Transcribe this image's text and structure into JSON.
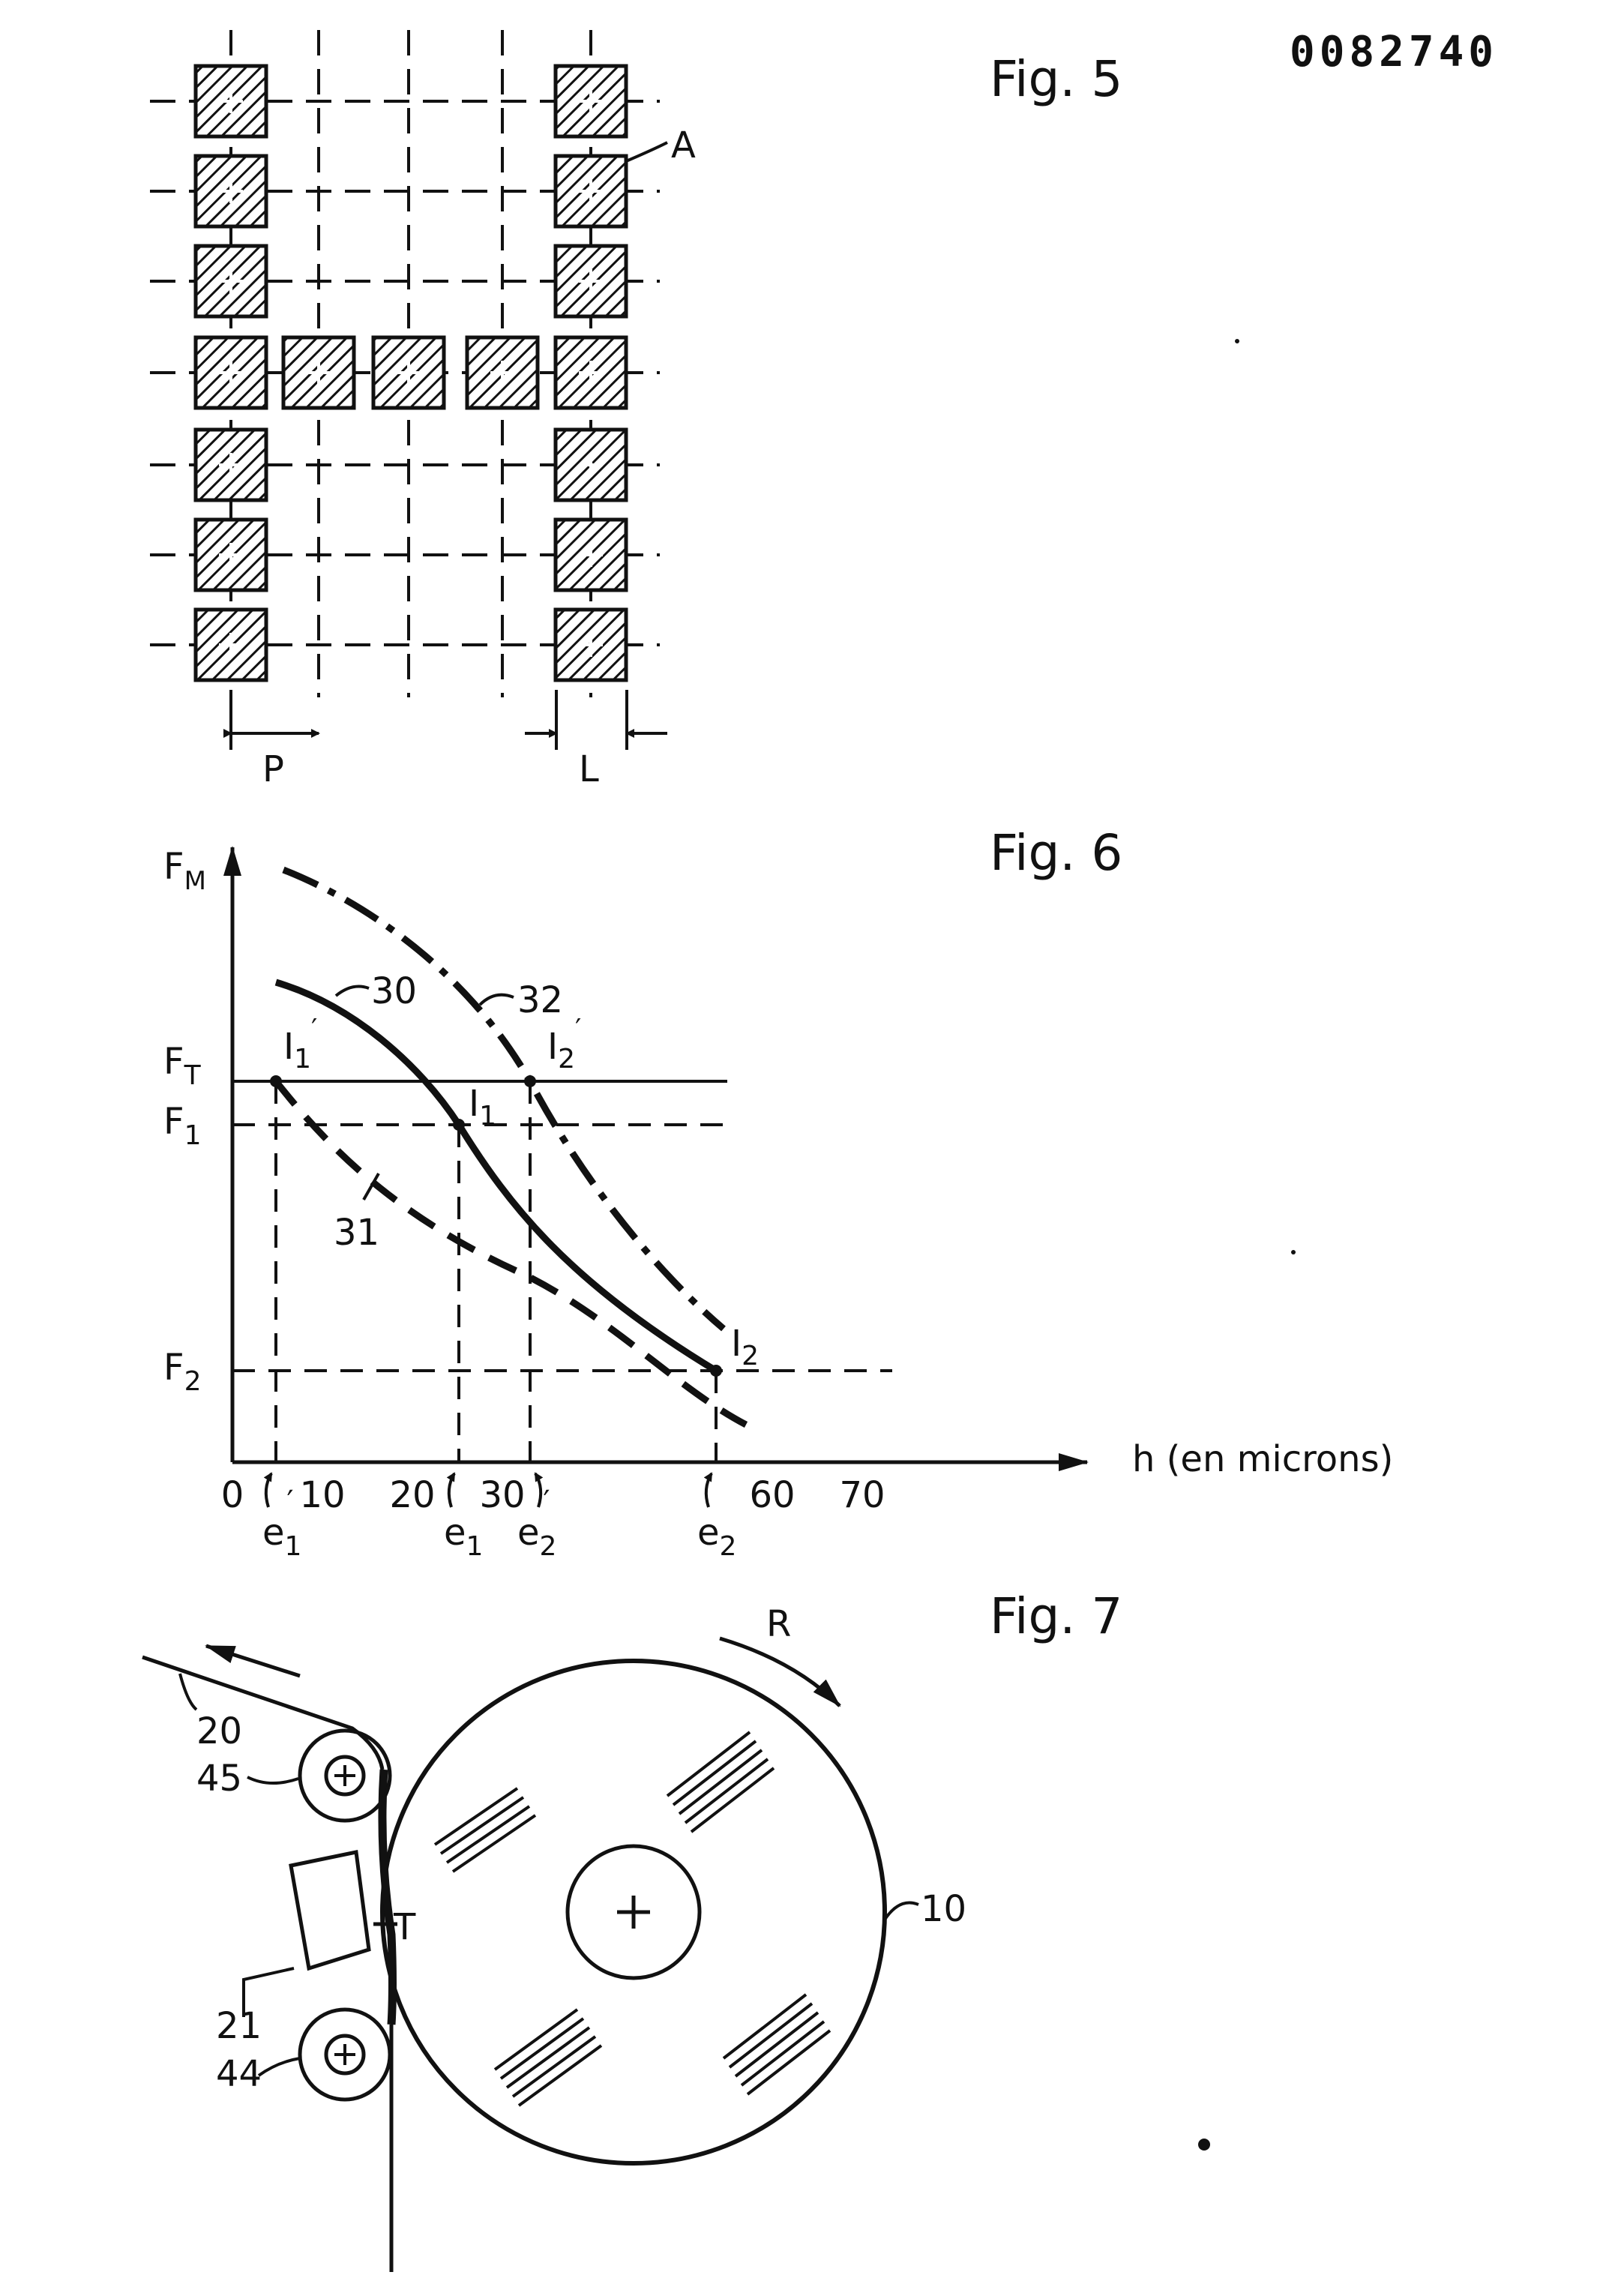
{
  "document": {
    "doc_number": "0082740"
  },
  "fig5": {
    "title": "Fig. 5",
    "label_a": "A",
    "label_p": "P",
    "label_l": "L"
  },
  "fig6": {
    "title": "Fig. 6",
    "y_axis_label": "F",
    "y_axis_sub": "M",
    "x_axis_label": "h (en microns)",
    "levels": [
      {
        "key": "ft",
        "main": "F",
        "sub": "T"
      },
      {
        "key": "f1",
        "main": "F",
        "sub": "1"
      },
      {
        "key": "f2",
        "main": "F",
        "sub": "2"
      }
    ],
    "x_ticks": [
      "0",
      "10",
      "20",
      "30",
      "60",
      "70"
    ],
    "curve_labels": [
      "30",
      "31",
      "32"
    ],
    "points": [
      {
        "main": "I",
        "sub": "1",
        "prime": "′"
      },
      {
        "main": "I",
        "sub": "1",
        "prime": ""
      },
      {
        "main": "I",
        "sub": "2",
        "prime": "′"
      },
      {
        "main": "I",
        "sub": "2",
        "prime": ""
      }
    ],
    "markers": [
      {
        "main": "e",
        "sub": "1",
        "prime": "′"
      },
      {
        "main": "e",
        "sub": "1",
        "prime": ""
      },
      {
        "main": "e",
        "sub": "2",
        "prime": "′"
      },
      {
        "main": "e",
        "sub": "2",
        "prime": ""
      }
    ]
  },
  "fig7": {
    "title": "Fig. 7",
    "label_r": "R",
    "label_t": "T",
    "label_10": "10",
    "label_20": "20",
    "label_45": "45",
    "label_21": "21",
    "label_44": "44"
  }
}
